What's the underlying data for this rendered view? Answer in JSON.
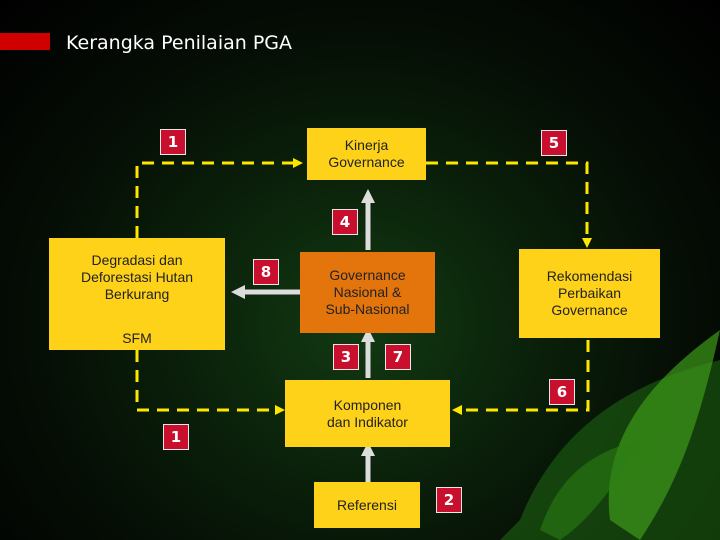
{
  "header": {
    "title": "Kerangka Penilaian PGA"
  },
  "boxes": {
    "kinerja": "Kinerja\nGovernance",
    "degradasi": "Degradasi dan\nDeforestasi Hutan\nBerkurang",
    "sfm": "SFM",
    "governance_nasional": "Governance\nNasional &\nSub-Nasional",
    "rekomendasi": "Rekomendasi\nPerbaikan\nGovernance",
    "komponen": "Komponen\ndan Indikator",
    "referensi": "Referensi"
  },
  "badges": {
    "b1_top": "1",
    "b5": "5",
    "b4": "4",
    "b8": "8",
    "b3": "3",
    "b7": "7",
    "b6": "6",
    "b1_bottom": "1",
    "b2": "2"
  },
  "colors": {
    "accent_red": "#c8102e",
    "box_yellow": "#ffd21a",
    "box_orange": "#e4740c",
    "dashed_line": "#ffe600",
    "solid_arrow": "#dddddd"
  }
}
